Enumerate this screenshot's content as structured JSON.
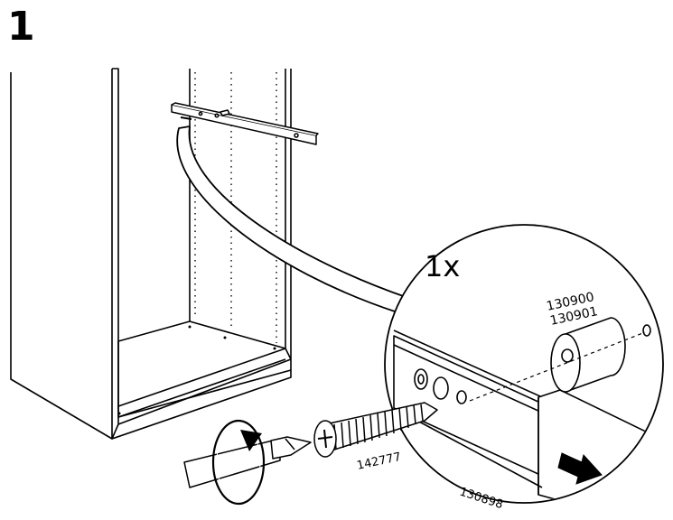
{
  "step": {
    "number": "1"
  },
  "callout": {
    "quantity": "1x"
  },
  "parts": {
    "spacer_a": "130900",
    "spacer_b": "130901",
    "screw": "142777",
    "rail": "130898"
  },
  "icons": {
    "rotation": "clockwise-rotation-arrow-icon",
    "direction": "direction-arrow-icon",
    "tool": "phillips-screwdriver-icon"
  },
  "colors": {
    "line": "#000000",
    "background": "#ffffff"
  }
}
